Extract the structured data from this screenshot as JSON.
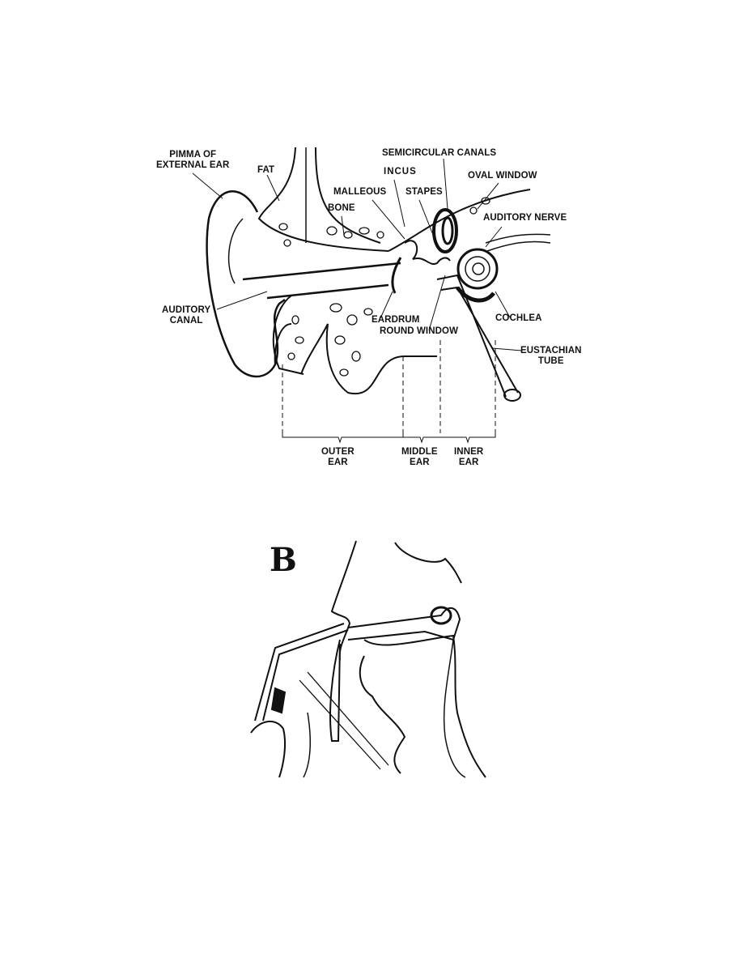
{
  "figure_a": {
    "labels": {
      "pinna_line1": "PIMMA OF",
      "pinna_line2": "EXTERNAL EAR",
      "fat": "FAT",
      "semicircular_canals": "SEMICIRCULAR CANALS",
      "incus": "INCUS",
      "oval_window": "OVAL WINDOW",
      "malleous": "MALLEOUS",
      "stapes": "STAPES",
      "bone": "BONE",
      "auditory_nerve": "AUDITORY NERVE",
      "auditory_canal_line1": "AUDITORY",
      "auditory_canal_line2": "CANAL",
      "eardrum": "EARDRUM",
      "round_window": "ROUND WINDOW",
      "cochlea": "COCHLEA",
      "eustachian_line1": "EUSTACHIAN",
      "eustachian_line2": "TUBE",
      "outer_line1": "OUTER",
      "outer_line2": "EAR",
      "middle_line1": "MIDDLE",
      "middle_line2": "EAR",
      "inner_line1": "INNER",
      "inner_line2": "EAR"
    }
  },
  "figure_b": {
    "label": "B"
  }
}
